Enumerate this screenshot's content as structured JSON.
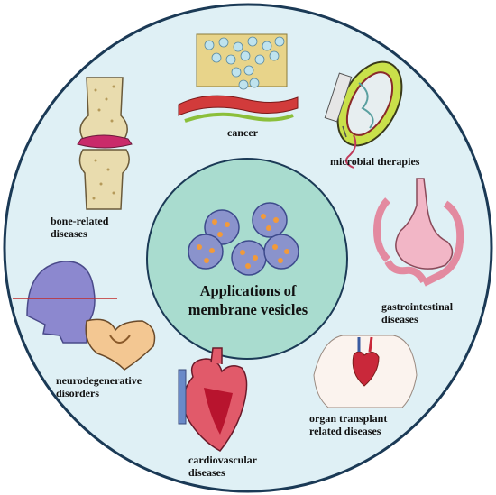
{
  "center": {
    "title_line1": "Applications of",
    "title_line2": "membrane vesicles"
  },
  "applications": [
    {
      "id": "cancer",
      "line1": "cancer",
      "line2": ""
    },
    {
      "id": "microbial",
      "line1": "microbial therapies",
      "line2": ""
    },
    {
      "id": "gastro",
      "line1": "gastrointestinal",
      "line2": "diseases"
    },
    {
      "id": "transplant",
      "line1": "organ transplant",
      "line2": "related diseases"
    },
    {
      "id": "cardio",
      "line1": "cardiovascular",
      "line2": "diseases"
    },
    {
      "id": "neuro",
      "line1": "neurodegenerative",
      "line2": "disorders"
    },
    {
      "id": "bone",
      "line1": "bone-related",
      "line2": "diseases"
    }
  ],
  "colors": {
    "outer_circle_fill": "#dff0f5",
    "outer_circle_stroke": "#1b3a56",
    "inner_circle_fill": "#a9dccf",
    "inner_circle_stroke": "#1b3a56",
    "vesicle_fill": "#8a93cc",
    "vesicle_cargo": "#f29a3a"
  },
  "icons": [
    "cancer-tissue-icon",
    "bacterium-syringe-icon",
    "stomach-intestine-icon",
    "chest-heart-icon",
    "heart-icon",
    "head-brain-icon",
    "knee-joint-icon",
    "vesicles-icon"
  ]
}
